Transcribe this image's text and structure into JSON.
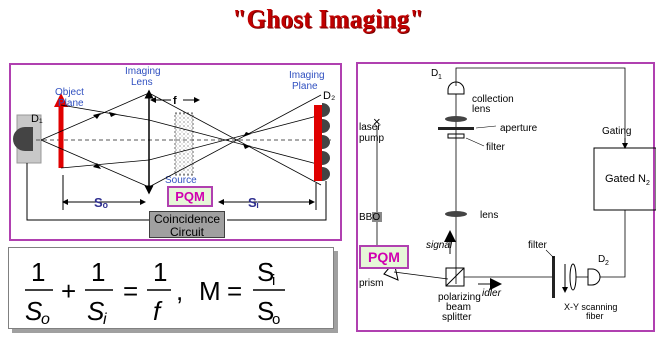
{
  "title": "\"Ghost Imaging\"",
  "left_diagram": {
    "detector_left": "D₁",
    "object_plane": [
      "Object",
      "Plane"
    ],
    "imaging_lens": [
      "Imaging",
      "Lens"
    ],
    "focal": "f",
    "source": "Source",
    "imaging_plane": [
      "Imaging",
      "Plane"
    ],
    "detector_right": "D₂",
    "s_o": "Sₒ",
    "s_i": "Sᵢ",
    "pqm": "PQM",
    "coincidence": [
      "Coincidence",
      "Circuit"
    ]
  },
  "right_diagram": {
    "d1": "D",
    "d1_sub": "1",
    "collection_lens": [
      "collection",
      "lens"
    ],
    "aperture": "aperture",
    "filter_top": "filter",
    "laser_pump": [
      "laser",
      "pump"
    ],
    "gating": "Gating",
    "gated_n2": "Gated N",
    "gated_n2_sub": "2",
    "bbo": "BBO",
    "lens": "lens",
    "signal": "signal",
    "pqm": "PQM",
    "filter_right": "filter",
    "d2": "D",
    "d2_sub": "2",
    "prism": "prism",
    "idler": "idler",
    "splitter": [
      "polarizing",
      "beam",
      "splitter"
    ],
    "xy_fiber": [
      "X-Y scanning",
      "fiber"
    ]
  },
  "equation": {
    "one": "1",
    "so_base": "S",
    "so_sub": "o",
    "plus": "+",
    "si_base": "S",
    "si_sub": "i",
    "equals": "=",
    "f": "f",
    "comma": ",",
    "m": "M",
    "m_equals": "=",
    "num_base": "S",
    "num_sub": "i",
    "den_base": "S",
    "den_sub": "o"
  },
  "colors": {
    "title": "#c00000",
    "frame": "#b040b0",
    "object": "#e00000",
    "pqm_text": "#d000b0",
    "pqm_bg": "#e6f7d8",
    "s_label": "#303090"
  }
}
